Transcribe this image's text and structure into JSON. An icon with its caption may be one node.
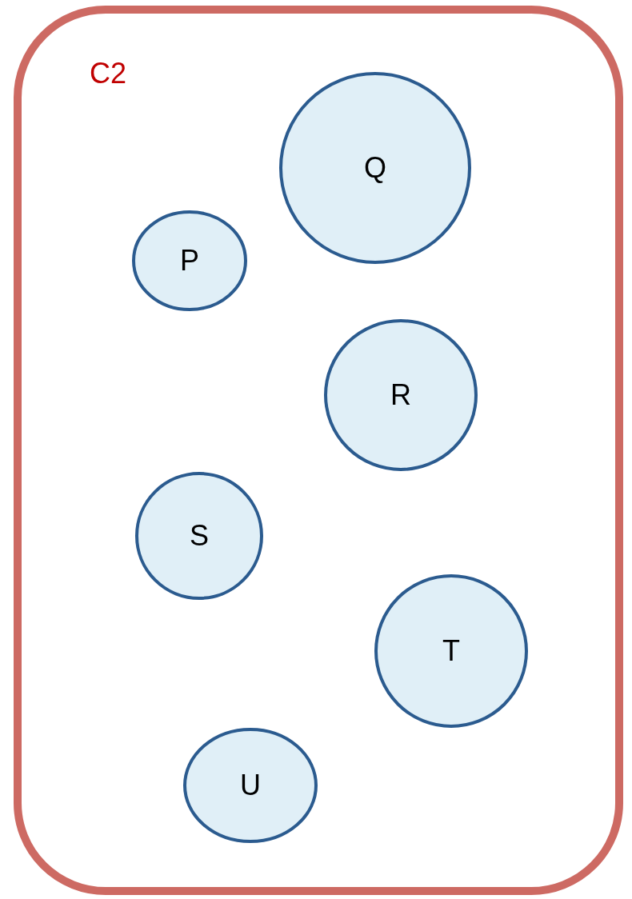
{
  "diagram": {
    "nodes": [
      {
        "text": [
          "C2"
        ]
      },
      {
        "text": [
          "Q"
        ],
        "in": 0
      },
      {
        "text": [
          "P"
        ],
        "in": 0
      },
      {
        "text": [
          "R"
        ],
        "in": 0
      },
      {
        "text": [
          "S"
        ],
        "in": 0
      },
      {
        "text": [
          "T"
        ],
        "in": 0
      },
      {
        "text": [
          "U"
        ],
        "in": 0
      }
    ]
  }
}
